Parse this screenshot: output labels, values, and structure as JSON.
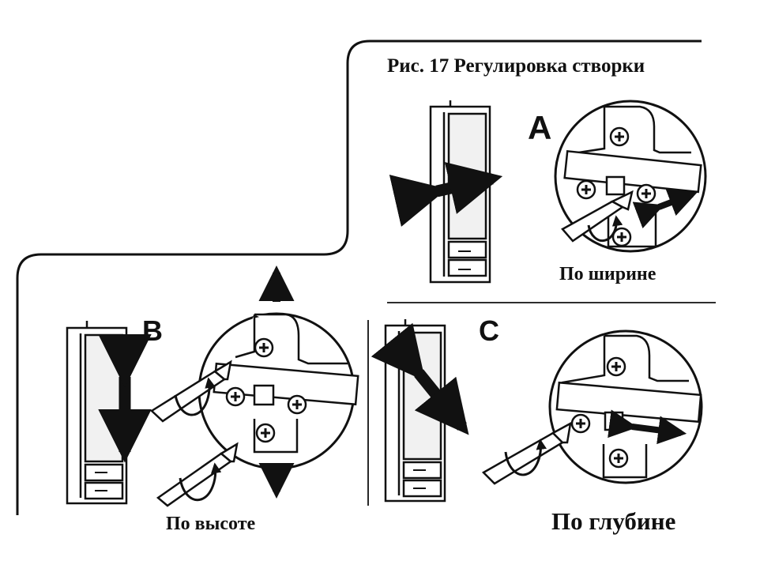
{
  "figure": {
    "title": "Рис. 17 Регулировка створки"
  },
  "panels": {
    "a": {
      "letter": "A",
      "caption": "По ширине"
    },
    "b": {
      "letter": "B",
      "caption": "По высоте"
    },
    "c": {
      "letter": "C",
      "caption": "По глубине"
    }
  },
  "colors": {
    "ink": "#111111",
    "paper": "#ffffff",
    "mirror": "#f1f1f1"
  },
  "icons": [
    "cabinet",
    "hinge",
    "screwdriver",
    "rotation-arrow",
    "double-arrow"
  ]
}
